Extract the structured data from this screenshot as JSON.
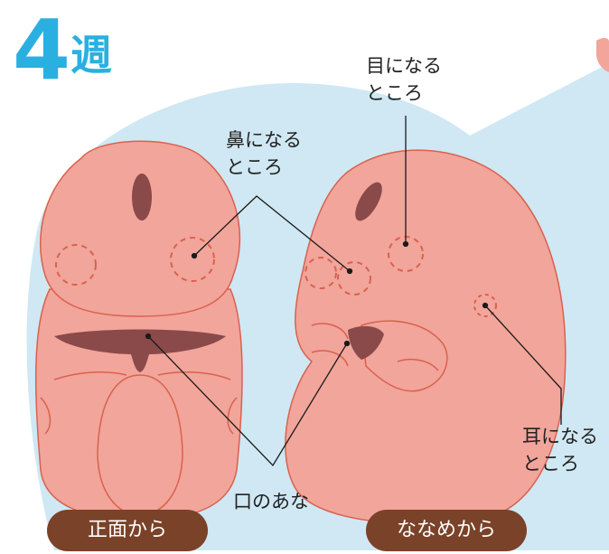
{
  "title": {
    "number": "4",
    "unit": "週"
  },
  "labels": {
    "eye": [
      "目になる",
      "ところ"
    ],
    "nose": [
      "鼻になる",
      "ところ"
    ],
    "ear": [
      "耳になる",
      "ところ"
    ],
    "mouth": "口のあな"
  },
  "buttons": {
    "front": "正面から",
    "diagonal": "ななめから"
  },
  "colors": {
    "background_blob": "#cfe8f3",
    "embryo": "#f2a59a",
    "embryo_outline": "#d9614f",
    "opening": "#8b4a4a",
    "title": "#29b0e0",
    "pill": "#7a4228"
  }
}
